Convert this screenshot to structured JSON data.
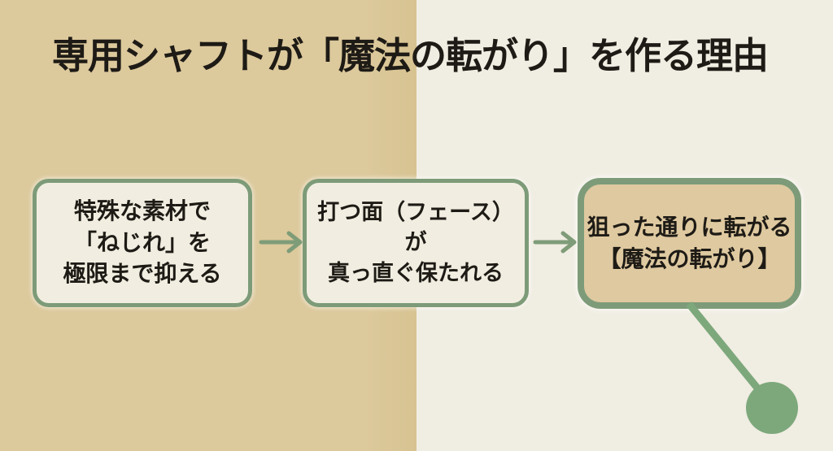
{
  "slide": {
    "title": "専用シャフトが「魔法の転がり」を作る理由"
  },
  "flow": {
    "steps": [
      {
        "name": "step-1",
        "lines": [
          "特殊な素材で",
          "「ねじれ」を",
          "極限まで抑える"
        ]
      },
      {
        "name": "step-2",
        "lines": [
          "打つ面（フェース）が",
          "真っ直ぐ保たれる"
        ]
      },
      {
        "name": "step-3-result",
        "lines": [
          "狙った通りに転がる",
          "【魔法の転がり】"
        ]
      }
    ],
    "connectors": [
      {
        "type": "arrow-right",
        "from": "step-1",
        "to": "step-2"
      },
      {
        "type": "arrow-right",
        "from": "step-2",
        "to": "step-3-result"
      },
      {
        "type": "line-to-dot",
        "from": "step-3-result"
      }
    ]
  },
  "colors": {
    "bg_left": "#dcc99c",
    "bg_right": "#f0ede2",
    "box_fill_cream": "#f1eee1",
    "box_fill_tan": "#dfc9a0",
    "box_border_green": "#7d9b78",
    "arrow_green": "#7f9c78",
    "dot_green": "#7da87c",
    "text_dark": "#1e1b16"
  }
}
